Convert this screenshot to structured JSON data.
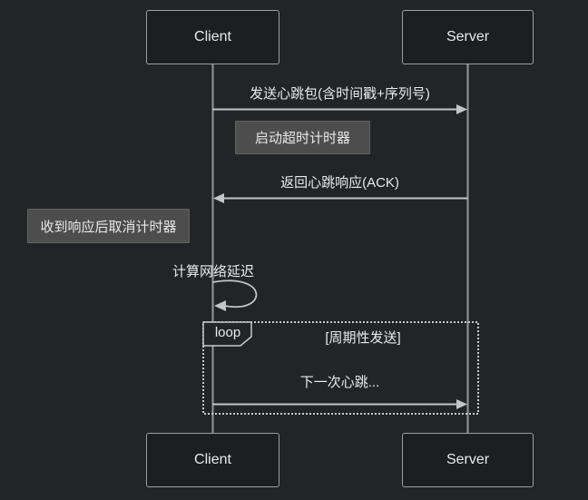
{
  "diagram": {
    "type": "sequence",
    "theme": {
      "background": "#222428",
      "actor_fill": "#1c1e21",
      "actor_border": "#9b9fa4",
      "note_fill": "#4d4d4d",
      "line_color": "#c2c6ca",
      "lifeline_color": "#94989d",
      "text_color": "#e9eaec"
    },
    "actors": [
      {
        "id": "client",
        "label": "Client"
      },
      {
        "id": "server",
        "label": "Server"
      }
    ],
    "messages": [
      {
        "from": "client",
        "to": "server",
        "text": "发送心跳包(含时间戳+序列号)",
        "style": "solid-arrow"
      },
      {
        "from": "server",
        "to": "client",
        "text": "返回心跳响应(ACK)",
        "style": "solid-arrow"
      },
      {
        "from": "client",
        "to": "client",
        "text": "计算网络延迟",
        "style": "self-loop"
      },
      {
        "from": "client",
        "to": "server",
        "text": "下一次心跳...",
        "style": "solid-arrow"
      }
    ],
    "notes": [
      {
        "position": "right-of-client",
        "text": "启动超时计时器"
      },
      {
        "position": "left-of-client",
        "text": "收到响应后取消计时器"
      }
    ],
    "loop": {
      "label": "loop",
      "condition": "[周期性发送]"
    }
  }
}
